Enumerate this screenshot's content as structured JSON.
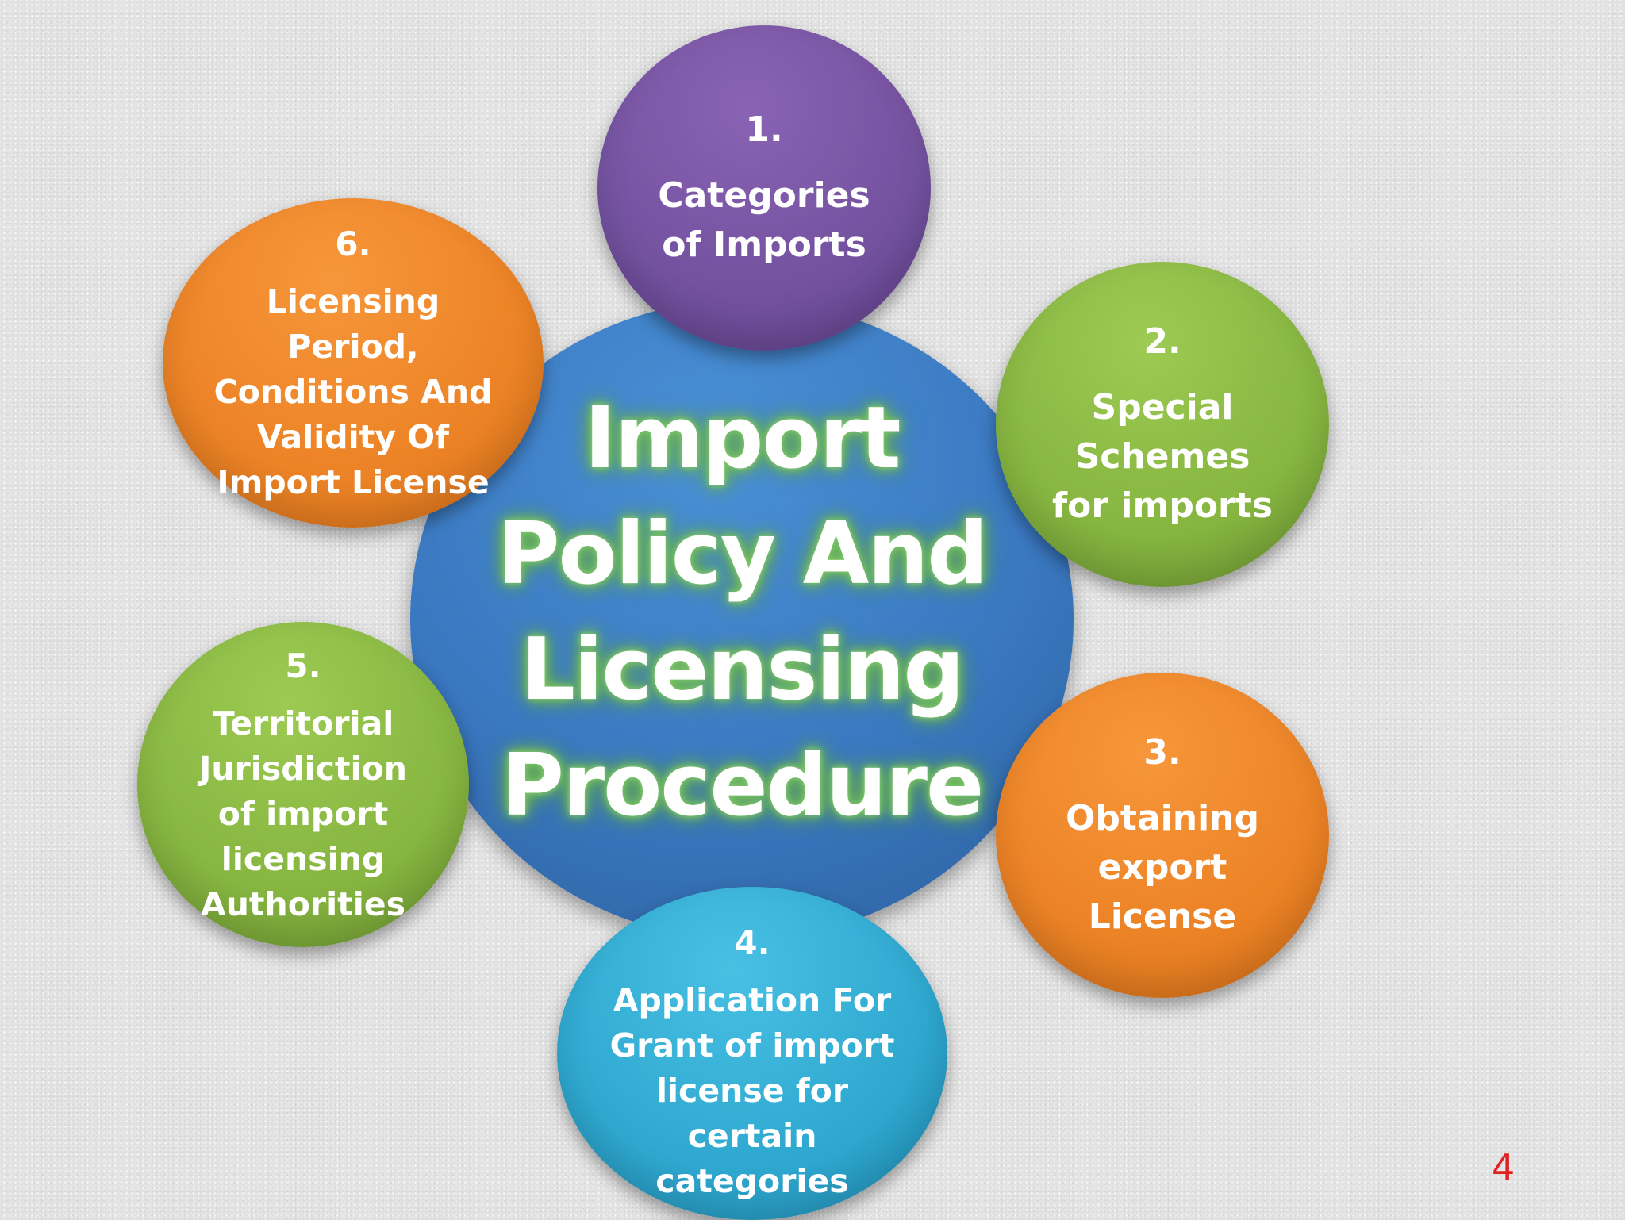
{
  "diagram": {
    "center": {
      "line1": "Import",
      "line2": "Policy And",
      "line3": "Licensing",
      "line4": "Procedure"
    },
    "nodes": [
      {
        "number": "1.",
        "lines": [
          "Categories",
          "of Imports"
        ],
        "color": "#7452a0"
      },
      {
        "number": "2.",
        "lines": [
          "Special",
          "Schemes",
          "for imports"
        ],
        "color": "#87b641"
      },
      {
        "number": "3.",
        "lines": [
          "Obtaining",
          "export",
          "License"
        ],
        "color": "#ec8326"
      },
      {
        "number": "4.",
        "lines": [
          "Application For",
          "Grant of import",
          "license for",
          "certain",
          "categories"
        ],
        "color": "#2fa8d0"
      },
      {
        "number": "5.",
        "lines": [
          "Territorial",
          "Jurisdiction",
          "of import",
          "licensing",
          "Authorities"
        ],
        "color": "#87b641"
      },
      {
        "number": "6.",
        "lines": [
          "Licensing",
          "Period,",
          "Conditions And",
          "Validity Of",
          "Import License"
        ],
        "color": "#ec8326"
      }
    ]
  },
  "slide": {
    "page_number": "4"
  }
}
